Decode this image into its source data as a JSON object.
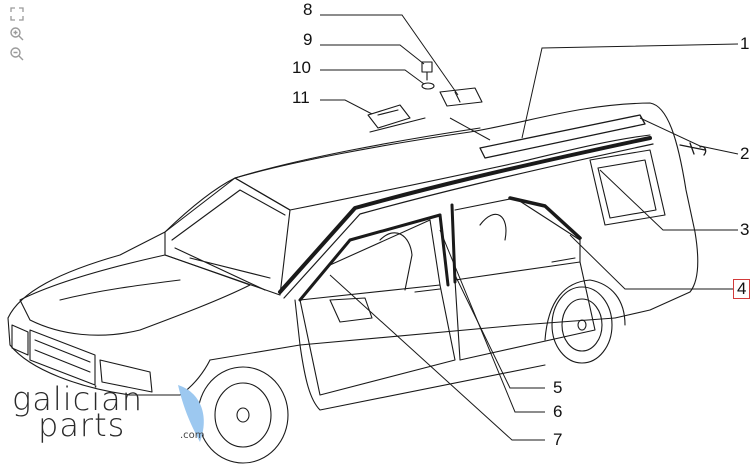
{
  "toolbar": {
    "fit_icon": "fit-page-icon",
    "zoom_in_icon": "zoom-in-icon",
    "zoom_out_icon": "zoom-out-icon"
  },
  "callouts": {
    "c1": "1",
    "c2": "2",
    "c3": "3",
    "c4": "4",
    "c5": "5",
    "c6": "6",
    "c7": "7",
    "c8": "8",
    "c9": "9",
    "c10": "10",
    "c11": "11"
  },
  "logo": {
    "line1": "galician",
    "line2": "parts",
    "domain_suffix": ".com",
    "accent_color": "#9cc8f0"
  },
  "colors": {
    "line": "#1a1a1a",
    "highlight_box": "#d23a3a"
  }
}
